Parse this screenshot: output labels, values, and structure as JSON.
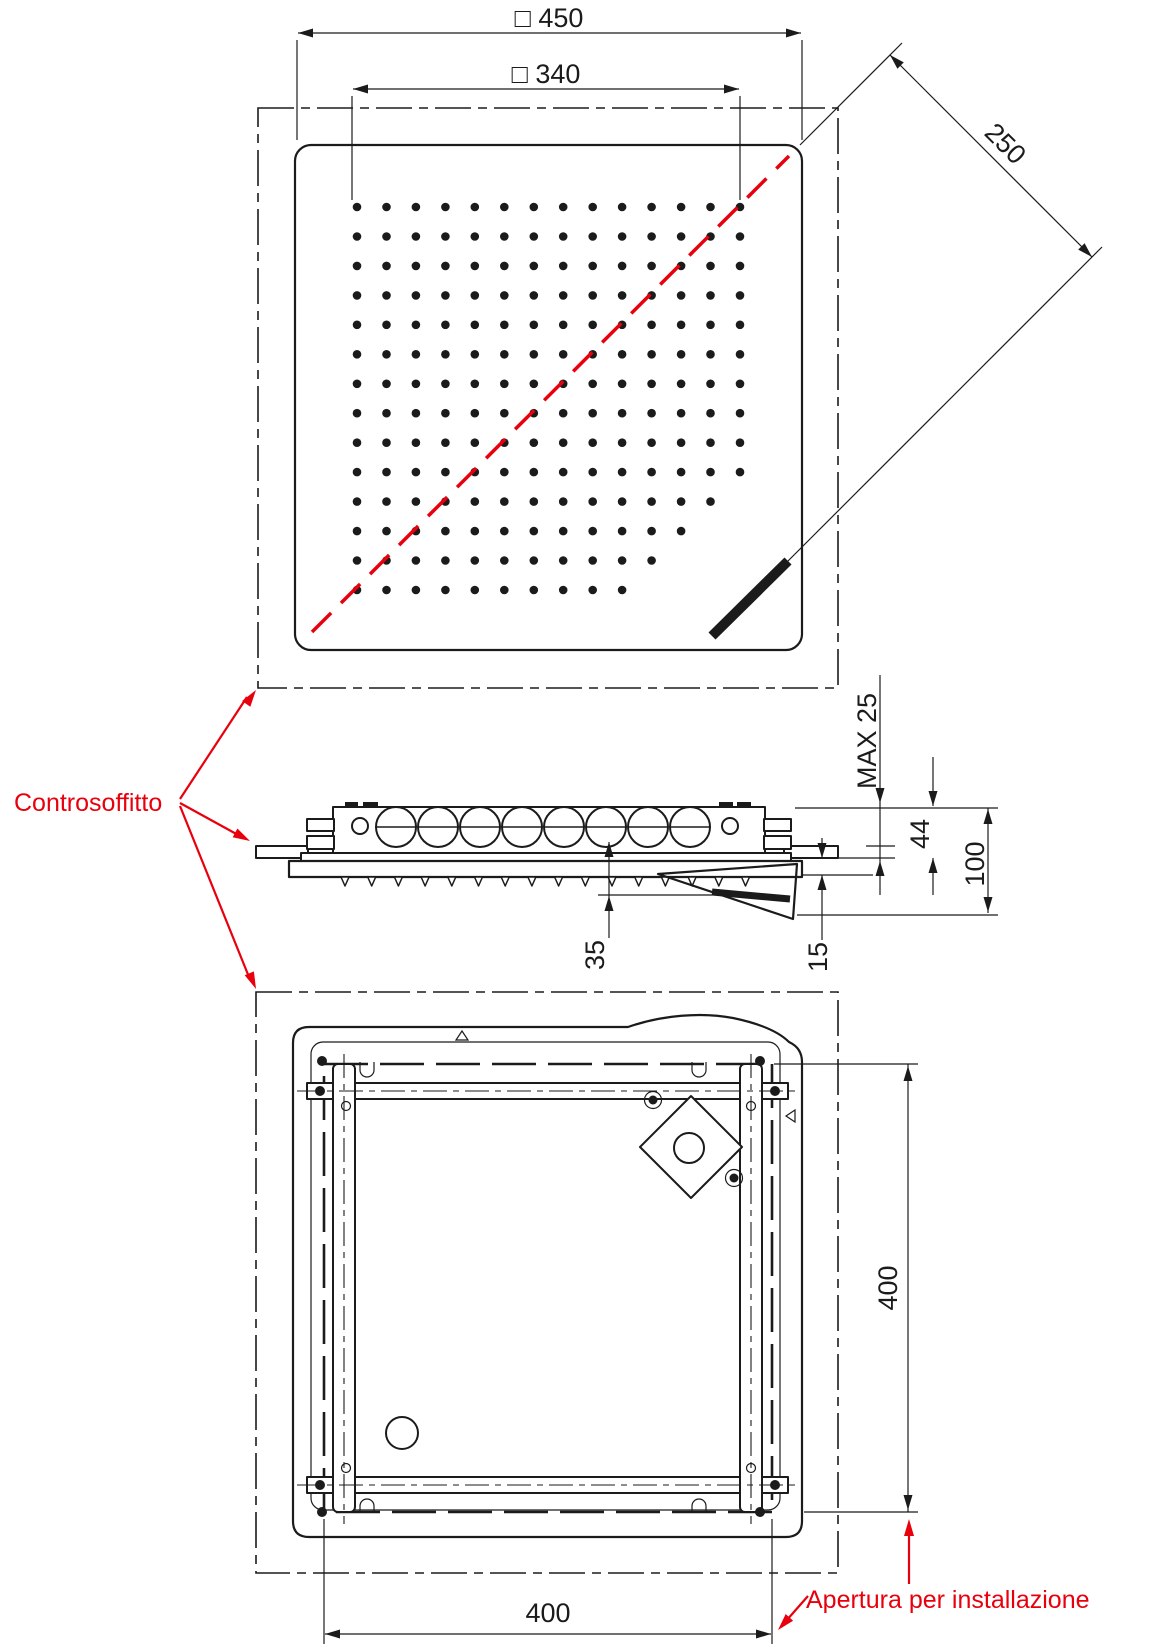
{
  "colors": {
    "ink": "#1b1b1b",
    "accent_red": "#e8000d",
    "background": "#ffffff"
  },
  "top_view": {
    "overall_width_label": "□ 450",
    "perforated_width_label": "□ 340",
    "diagonal_offset_label": "250"
  },
  "side_view": {
    "max_ceiling_thickness_label": "MAX 25",
    "clamp_height_label": "44",
    "recess_depth_label": "100",
    "spout_offset_label": "35",
    "protrusion_label": "15"
  },
  "bottom_view": {
    "opening_height_label": "400",
    "opening_width_label": "400"
  },
  "annotations": {
    "false_ceiling_label": "Controsoffitto",
    "installation_opening_label": "Apertura per installazione"
  }
}
